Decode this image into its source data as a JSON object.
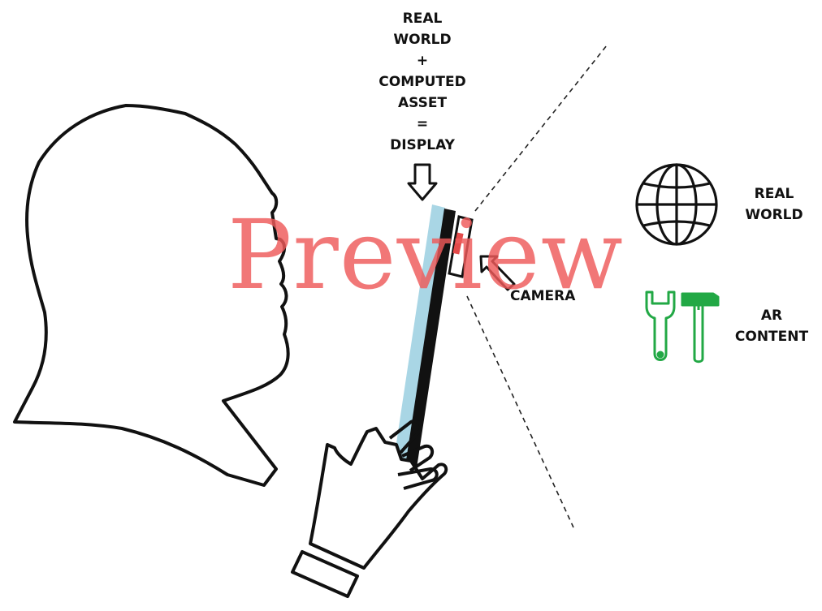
{
  "display_equation": {
    "lines": [
      "REAL",
      "WORLD",
      "+",
      "COMPUTED",
      "ASSET",
      "=",
      "DISPLAY"
    ]
  },
  "labels": {
    "camera": "CAMERA",
    "real_world": [
      "REAL",
      "WORLD"
    ],
    "ar_content": [
      "AR",
      "CONTENT"
    ]
  },
  "watermark": "Preview",
  "icons": {
    "globe": "globe-icon",
    "wrench": "wrench-icon",
    "hammer": "hammer-icon",
    "hand": "hand-icon",
    "head": "head-silhouette-icon",
    "camera": "camera-icon"
  },
  "colors": {
    "screen": "#a9d6e5",
    "tools": "#22a845",
    "watermark": "#ef5a5a",
    "ink": "#111111"
  }
}
